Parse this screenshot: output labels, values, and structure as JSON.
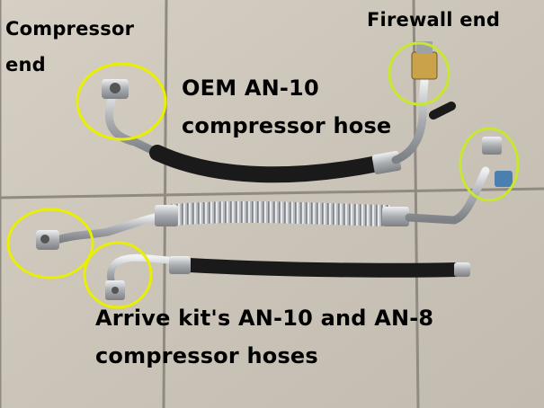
{
  "labels": {
    "compressor_end_line1": "Compressor",
    "compressor_end_line2": "end",
    "firewall_end": "Firewall end",
    "oem_line1": "OEM AN-10",
    "oem_line2": "compressor hose",
    "kit_line1": "Arrive kit's AN-10 and AN-8",
    "kit_line2": "compressor hoses"
  },
  "colors": {
    "tile": "#cfc8bc",
    "grout": "#8f8a82",
    "hose_rubber": "#1a1a1a",
    "aluminum": "#c2c4c6",
    "highlight_circle": "#e8f000",
    "highlight_circle_green": "#c8e830"
  }
}
